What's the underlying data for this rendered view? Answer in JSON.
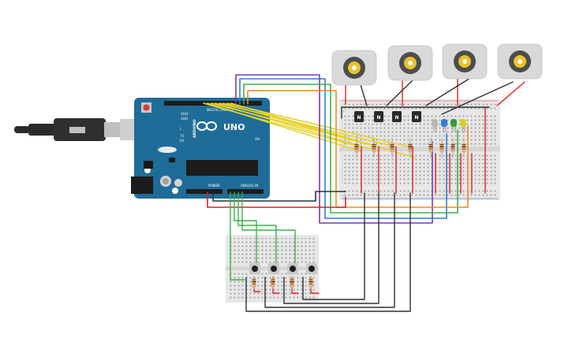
{
  "arduino": {
    "brand": "ARDUINO",
    "model": "UNO",
    "digital_header": "DIGITAL (PWM~)",
    "power_header": "POWER",
    "analog_header": "ANALOG IN",
    "aref": "AREF",
    "gnd": "GND",
    "tx": "TX",
    "rx": "RX",
    "l": "L",
    "on": "ON"
  },
  "transistor_label": "N",
  "colors": {
    "board": "#1f6c98",
    "usb": "#c9c9c9",
    "wire_red": "#e02020",
    "wire_black": "#303030",
    "wire_yellow": "#e6d230",
    "wire_purple": "#7d3aa8",
    "wire_blue": "#2f7de0",
    "wire_green": "#3bb14a",
    "wire_orange": "#f08a1c",
    "motor_hub": "#e9c32a"
  },
  "components": {
    "motors": 4,
    "transistors": 4,
    "pushbuttons": 4,
    "leds": [
      "#b8b8b8",
      "#2f7de0",
      "#2f9e3a",
      "#d8d020"
    ]
  }
}
